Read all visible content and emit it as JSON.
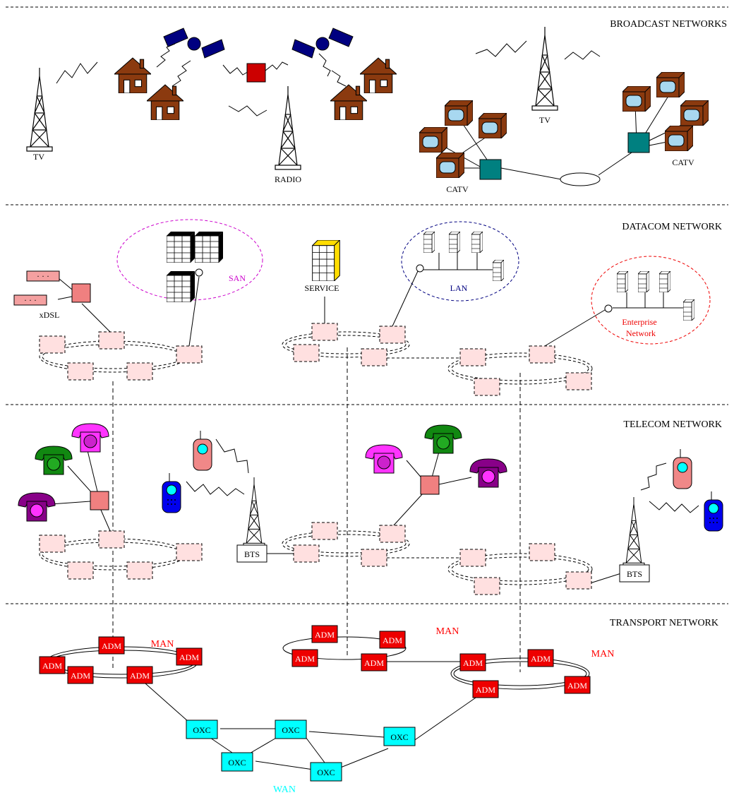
{
  "sections": {
    "broadcast": "BROADCAST NETWORKS",
    "datacom": "DATACOM NETWORK",
    "telecom": "TELECOM NETWORK",
    "transport": "TRANSPORT NETWORK"
  },
  "broadcast": {
    "tv_left": "TV",
    "tv_right": "TV",
    "radio": "RADIO",
    "catv_left": "CATV",
    "catv_right": "CATV"
  },
  "datacom": {
    "xdsl": "xDSL",
    "san": "SAN",
    "service": "SERVICE",
    "lan": "LAN",
    "enterprise_line1": "Enterprise",
    "enterprise_line2": "Network",
    "modem_dots": "· · ·"
  },
  "telecom": {
    "bts_left": "BTS",
    "bts_right": "BTS"
  },
  "transport": {
    "man_left": "MAN",
    "man_middle": "MAN",
    "man_right": "MAN",
    "wan": "WAN",
    "adm": "ADM",
    "oxc": "OXC"
  },
  "colors": {
    "house": "#8b3a0f",
    "satellite": "#000080",
    "broadcast_hub": "#cc0000",
    "catv_box": "#008080",
    "tv_screen": "#a8d8f0",
    "router": "#f08080",
    "ring_node": "#ffe0e0",
    "adm": "#ee0000",
    "oxc": "#00ffff",
    "label_red": "#ff0000",
    "wan_label": "#00ffff",
    "san_label": "#cc00cc",
    "lan_label": "#000080",
    "phone_magenta": "#ff33ff",
    "phone_green": "#118811",
    "phone_purple": "#880088",
    "mobile_blue": "#0000ee",
    "mobile_pink": "#f08888",
    "server_yellow": "#ffdd00"
  }
}
